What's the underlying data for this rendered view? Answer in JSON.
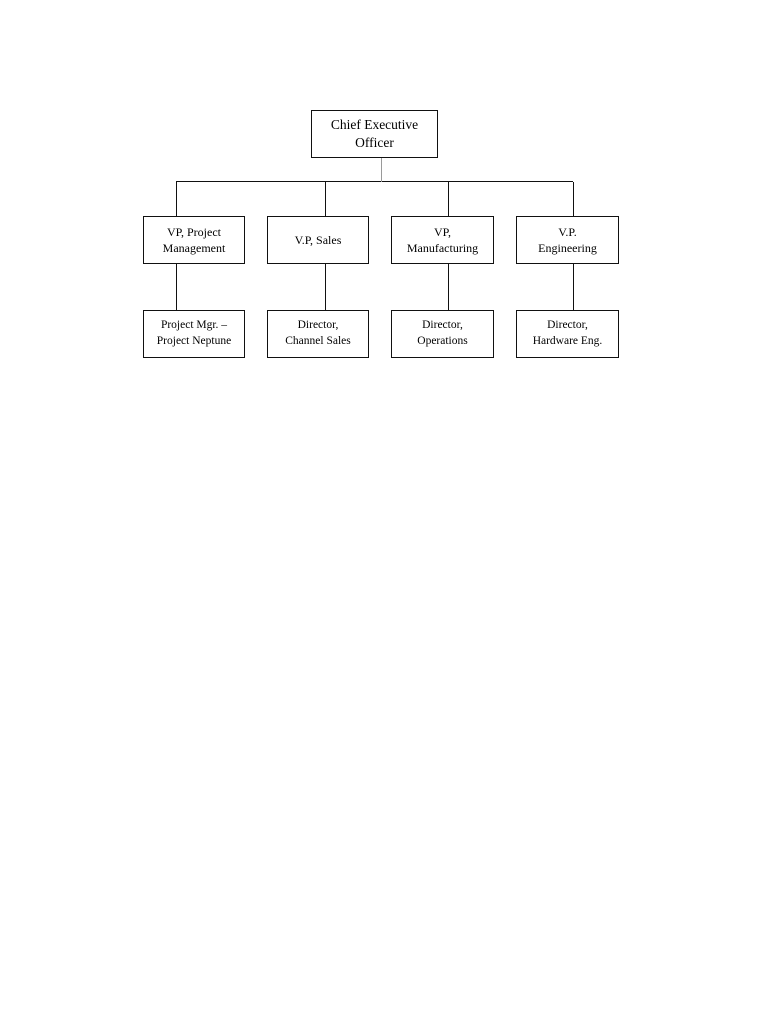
{
  "chart_data": {
    "type": "diagram",
    "diagram_type": "organization-chart",
    "title": "",
    "orientation": "top-down",
    "levels": 3,
    "nodes": [
      {
        "id": "ceo",
        "label": "Chief Executive\nOfficer",
        "level": 1,
        "parent": null
      },
      {
        "id": "vp-project-management",
        "label": "VP, Project\nManagement",
        "level": 2,
        "parent": "ceo"
      },
      {
        "id": "vp-sales",
        "label": "V.P, Sales",
        "level": 2,
        "parent": "ceo"
      },
      {
        "id": "vp-manufacturing",
        "label": "VP,\nManufacturing",
        "level": 2,
        "parent": "ceo"
      },
      {
        "id": "vp-engineering",
        "label": "V.P.\nEngineering",
        "level": 2,
        "parent": "ceo"
      },
      {
        "id": "project-mgr-neptune",
        "label": "Project Mgr. –\nProject Neptune",
        "level": 3,
        "parent": "vp-project-management"
      },
      {
        "id": "director-channel-sales",
        "label": "Director,\nChannel Sales",
        "level": 3,
        "parent": "vp-sales"
      },
      {
        "id": "director-operations",
        "label": "Director,\nOperations",
        "level": 3,
        "parent": "vp-manufacturing"
      },
      {
        "id": "director-hardware-eng",
        "label": "Director,\nHardware Eng.",
        "level": 3,
        "parent": "vp-engineering"
      }
    ],
    "edges": [
      {
        "from": "ceo",
        "to": "vp-project-management"
      },
      {
        "from": "ceo",
        "to": "vp-sales"
      },
      {
        "from": "ceo",
        "to": "vp-manufacturing"
      },
      {
        "from": "ceo",
        "to": "vp-engineering"
      },
      {
        "from": "vp-project-management",
        "to": "project-mgr-neptune"
      },
      {
        "from": "vp-sales",
        "to": "director-channel-sales"
      },
      {
        "from": "vp-manufacturing",
        "to": "director-operations"
      },
      {
        "from": "vp-engineering",
        "to": "director-hardware-eng"
      }
    ],
    "colors": {
      "background": "#ffffff",
      "box_border": "#111111",
      "box_fill": "#ffffff",
      "connector": "#111111",
      "root_stem": "#9a9a9a",
      "text": "#000000"
    }
  },
  "org": {
    "root": {
      "label": "Chief Executive\nOfficer"
    },
    "vps": [
      {
        "label": "VP, Project\nManagement"
      },
      {
        "label": "V.P, Sales"
      },
      {
        "label": "VP,\nManufacturing"
      },
      {
        "label": "V.P.\nEngineering"
      }
    ],
    "directors": [
      {
        "label": "Project Mgr. –\nProject Neptune"
      },
      {
        "label": "Director,\nChannel Sales"
      },
      {
        "label": "Director,\nOperations"
      },
      {
        "label": "Director,\nHardware Eng."
      }
    ]
  }
}
